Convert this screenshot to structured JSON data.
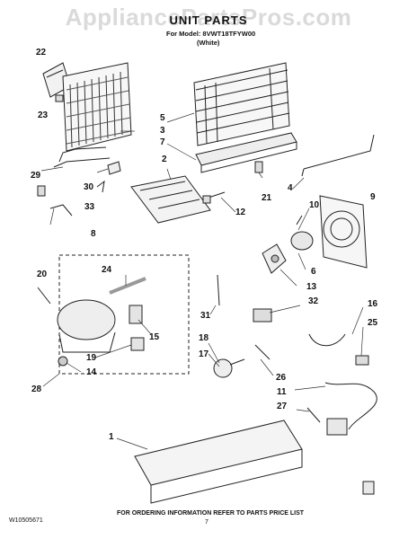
{
  "header": {
    "watermark": "AppliancePartsPros.com",
    "title": "UNIT PARTS",
    "model_line": "For Model: 8VWT18TFYW00",
    "color_line": "(White)"
  },
  "callouts": [
    {
      "id": "c22",
      "text": "22"
    },
    {
      "id": "c23",
      "text": "23"
    },
    {
      "id": "c5",
      "text": "5"
    },
    {
      "id": "c3",
      "text": "3"
    },
    {
      "id": "c7",
      "text": "7"
    },
    {
      "id": "c29",
      "text": "29"
    },
    {
      "id": "c30",
      "text": "30"
    },
    {
      "id": "c2",
      "text": "2"
    },
    {
      "id": "c4",
      "text": "4"
    },
    {
      "id": "c21",
      "text": "21"
    },
    {
      "id": "c9",
      "text": "9"
    },
    {
      "id": "c33",
      "text": "33"
    },
    {
      "id": "c12",
      "text": "12"
    },
    {
      "id": "c10",
      "text": "10"
    },
    {
      "id": "c8",
      "text": "8"
    },
    {
      "id": "c24",
      "text": "24"
    },
    {
      "id": "c20",
      "text": "20"
    },
    {
      "id": "c6",
      "text": "6"
    },
    {
      "id": "c13",
      "text": "13"
    },
    {
      "id": "c15",
      "text": "15"
    },
    {
      "id": "c31",
      "text": "31"
    },
    {
      "id": "c32",
      "text": "32"
    },
    {
      "id": "c16",
      "text": "16"
    },
    {
      "id": "c25",
      "text": "25"
    },
    {
      "id": "c18",
      "text": "18"
    },
    {
      "id": "c17",
      "text": "17"
    },
    {
      "id": "c19",
      "text": "19"
    },
    {
      "id": "c14",
      "text": "14"
    },
    {
      "id": "c26",
      "text": "26"
    },
    {
      "id": "c28",
      "text": "28"
    },
    {
      "id": "c11",
      "text": "11"
    },
    {
      "id": "c27",
      "text": "27"
    },
    {
      "id": "c1",
      "text": "1"
    }
  ],
  "footer": {
    "doc_number": "W10505671",
    "note": "FOR ORDERING INFORMATION REFER TO PARTS PRICE LIST",
    "page": "7"
  }
}
